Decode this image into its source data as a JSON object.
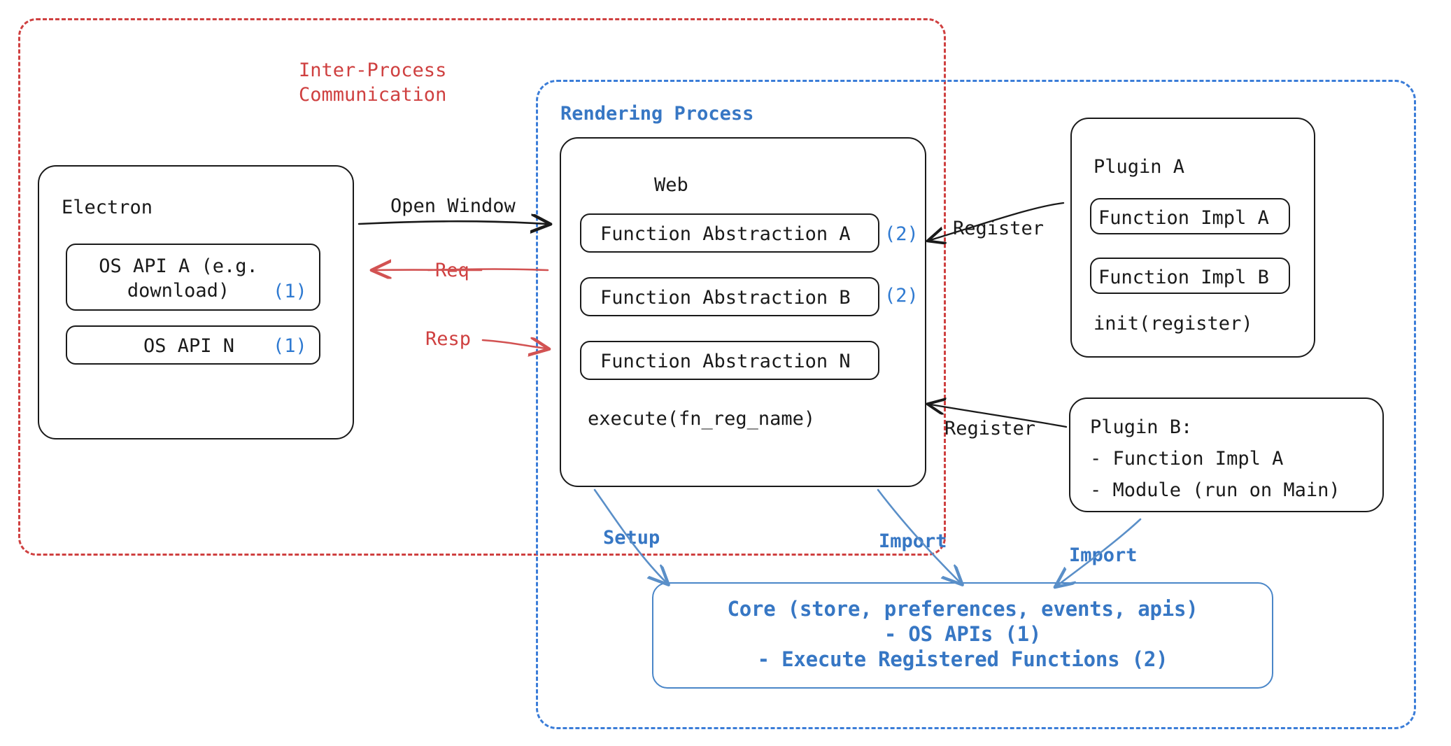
{
  "diagram": {
    "title": "Electron plugin architecture diagram",
    "colors": {
      "red": "#cf4040",
      "blue": "#3777c4",
      "blue_accent": "#2f7ad1",
      "core_blue": "#4a86c8",
      "ink": "#1a1a1a"
    }
  },
  "containers": {
    "ipc": {
      "label": "Inter-Process\nCommunication",
      "style": "dashed-red"
    },
    "rendering": {
      "label": "Rendering Process",
      "style": "dashed-blue"
    }
  },
  "electron": {
    "title": "Electron",
    "apis": [
      {
        "label": "OS API A (e.g.\ndownload)",
        "tag": "(1)"
      },
      {
        "label": "OS API N",
        "tag": "(1)"
      }
    ]
  },
  "web": {
    "title": "Web",
    "abstractions": [
      {
        "label": "Function Abstraction A",
        "tag": "(2)"
      },
      {
        "label": "Function Abstraction B",
        "tag": "(2)"
      },
      {
        "label": "Function Abstraction N",
        "tag": ""
      }
    ],
    "footer": "execute(fn_reg_name)"
  },
  "plugin_a": {
    "title": "Plugin A",
    "impls": [
      "Function Impl A",
      "Function Impl B"
    ],
    "footer": "init(register)"
  },
  "plugin_b": {
    "lines": [
      "Plugin B:",
      "- Function Impl A",
      "- Module (run on Main)"
    ]
  },
  "core": {
    "lines": [
      "Core (store, preferences, events, apis)",
      "- OS APIs (1)",
      "- Execute Registered Functions (2)"
    ]
  },
  "arrows": {
    "open_window": "Open Window",
    "req": "Req",
    "resp": "Resp",
    "register_a": "Register",
    "register_b": "Register",
    "setup": "Setup",
    "import_web": "Import",
    "import_plugin": "Import"
  }
}
